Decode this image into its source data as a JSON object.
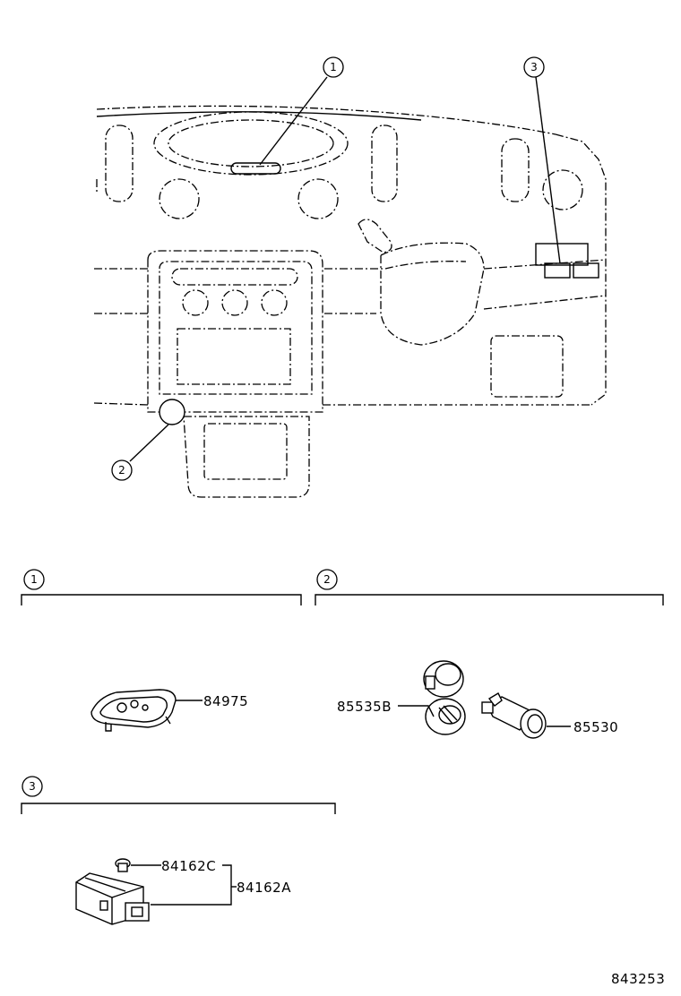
{
  "callouts": {
    "c1": "1",
    "c2": "2",
    "c3": "3"
  },
  "sections": {
    "s1": {
      "number": "1",
      "parts": {
        "cover": "84975"
      }
    },
    "s2": {
      "number": "2",
      "parts": {
        "ring": "85535B",
        "socket": "85530"
      }
    },
    "s3": {
      "number": "3",
      "parts": {
        "knob": "84162C",
        "switch": "84162A"
      }
    }
  },
  "illustration_number": "843253"
}
